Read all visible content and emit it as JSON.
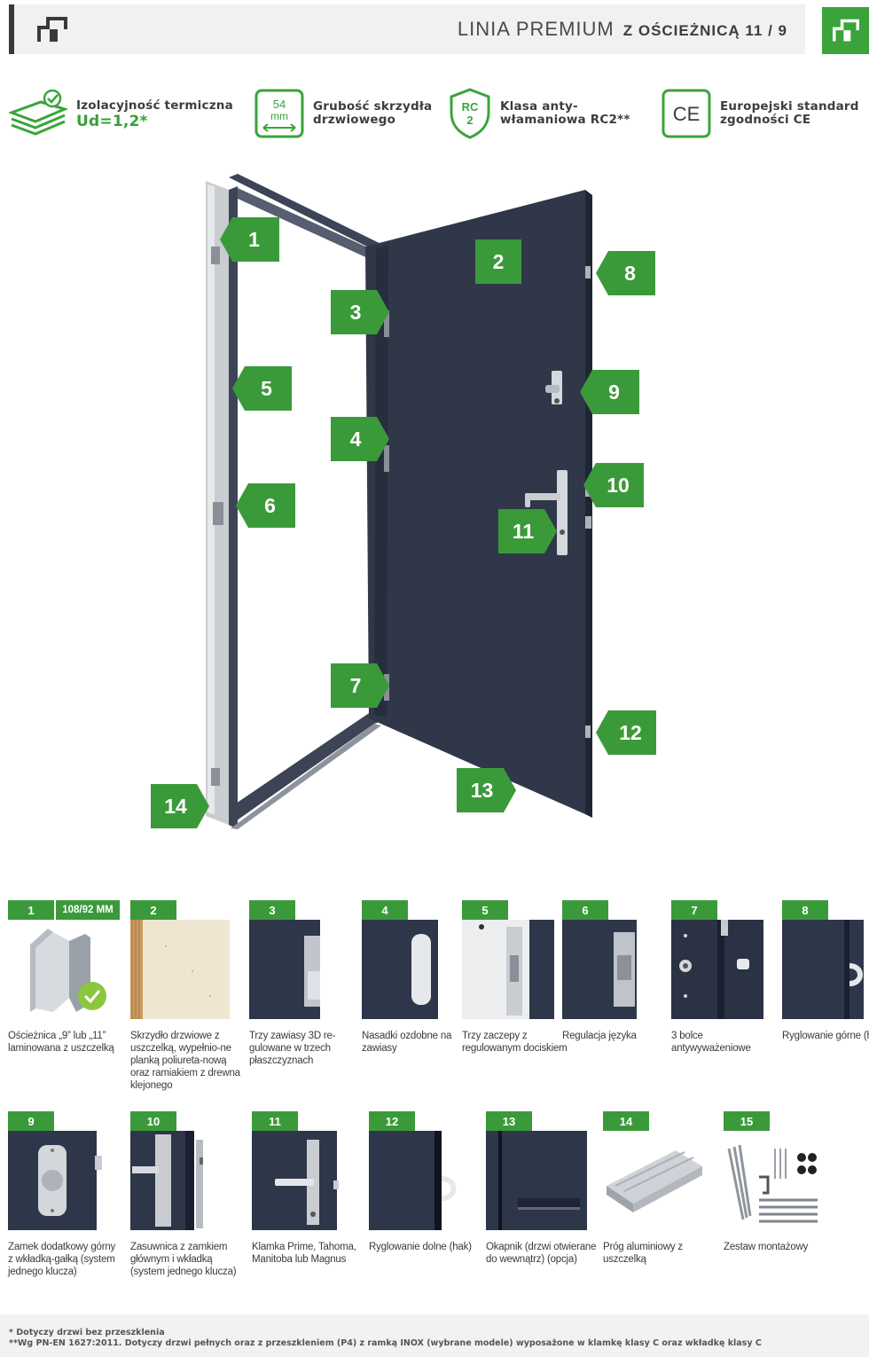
{
  "header": {
    "title_light": "LINIA PREMIUM",
    "title_bold": "Z OŚCIEŻNICĄ 11 / 9"
  },
  "features": [
    {
      "icon": "thermal-insulation-icon",
      "line1": "Izolacyjność termiczna",
      "value": "Ud=1,2*"
    },
    {
      "icon": "door-thickness-icon",
      "icon_text": "54",
      "icon_unit": "mm",
      "line1": "Grubość skrzydła",
      "line2": "drzwiowego"
    },
    {
      "icon": "rc2-shield-icon",
      "icon_text": "RC",
      "icon_unit": "2",
      "line1": "Klasa anty-",
      "line2": "włamaniowa RC2**"
    },
    {
      "icon": "ce-mark-icon",
      "icon_text": "CE",
      "line1": "Europejski standard",
      "line2": "zgodności CE"
    }
  ],
  "callouts": [
    "1",
    "2",
    "3",
    "4",
    "5",
    "6",
    "7",
    "8",
    "9",
    "10",
    "11",
    "12",
    "13",
    "14"
  ],
  "components": [
    {
      "num": "1",
      "extra": "108/92 MM",
      "caption": "Ościeżnica „9” lub „11” laminowana z uszczelką",
      "thumb": "frame-profile"
    },
    {
      "num": "2",
      "caption": "Skrzydło drzwiowe z uszczelką, wypełnio-ne planką poliureta-nową oraz ramiakiem z drewna klejonego",
      "thumb": "wood-core"
    },
    {
      "num": "3",
      "caption": "Trzy zawiasy 3D re-gulowane w trzech płaszczyznach",
      "thumb": "hinge-3d"
    },
    {
      "num": "4",
      "caption": "Nasadki ozdobne na zawiasy",
      "thumb": "hinge-cap"
    },
    {
      "num": "5",
      "caption": "Trzy zaczepy z regulowanym dociskiem",
      "thumb": "strike-plate"
    },
    {
      "num": "6",
      "caption": "Regulacja języka",
      "thumb": "latch-adjust"
    },
    {
      "num": "7",
      "caption": "3 bolce antywyważeniowe",
      "thumb": "anti-lift-bolts"
    },
    {
      "num": "8",
      "caption": "Ryglowanie górne (hak)",
      "thumb": "top-hook"
    },
    {
      "num": "9",
      "caption": "Zamek dodatkowy górny z wkładką-gałką (system jednego klucza)",
      "thumb": "knob-lock"
    },
    {
      "num": "10",
      "caption": "Zasuwnica z zamkiem głównym i wkładką  (system jednego klucza)",
      "thumb": "main-lock"
    },
    {
      "num": "11",
      "caption": "Klamka Prime, Tahoma, Manitoba lub Magnus",
      "thumb": "handle"
    },
    {
      "num": "12",
      "caption": "Ryglowanie dolne (hak)",
      "thumb": "bottom-hook"
    },
    {
      "num": "13",
      "caption": "Okapnik (drzwi otwierane do wewnątrz) (opcja)",
      "thumb": "drip-cap"
    },
    {
      "num": "14",
      "caption": "Próg aluminiowy z uszczelką",
      "thumb": "aluminium-threshold"
    },
    {
      "num": "15",
      "caption": "Zestaw montażowy",
      "thumb": "mounting-kit"
    }
  ],
  "footer": {
    "note1": "* Dotyczy drzwi bez przeszklenia",
    "note2": "**Wg PN-EN 1627:2011. Dotyczy drzwi pełnych oraz z przeszkleniem (P4) z ramką INOX (wybrane modele) wyposażone w klamkę klasy C oraz wkładkę klasy C"
  },
  "colors": {
    "accent": "#3a9a3a",
    "door": "#2f3749"
  }
}
